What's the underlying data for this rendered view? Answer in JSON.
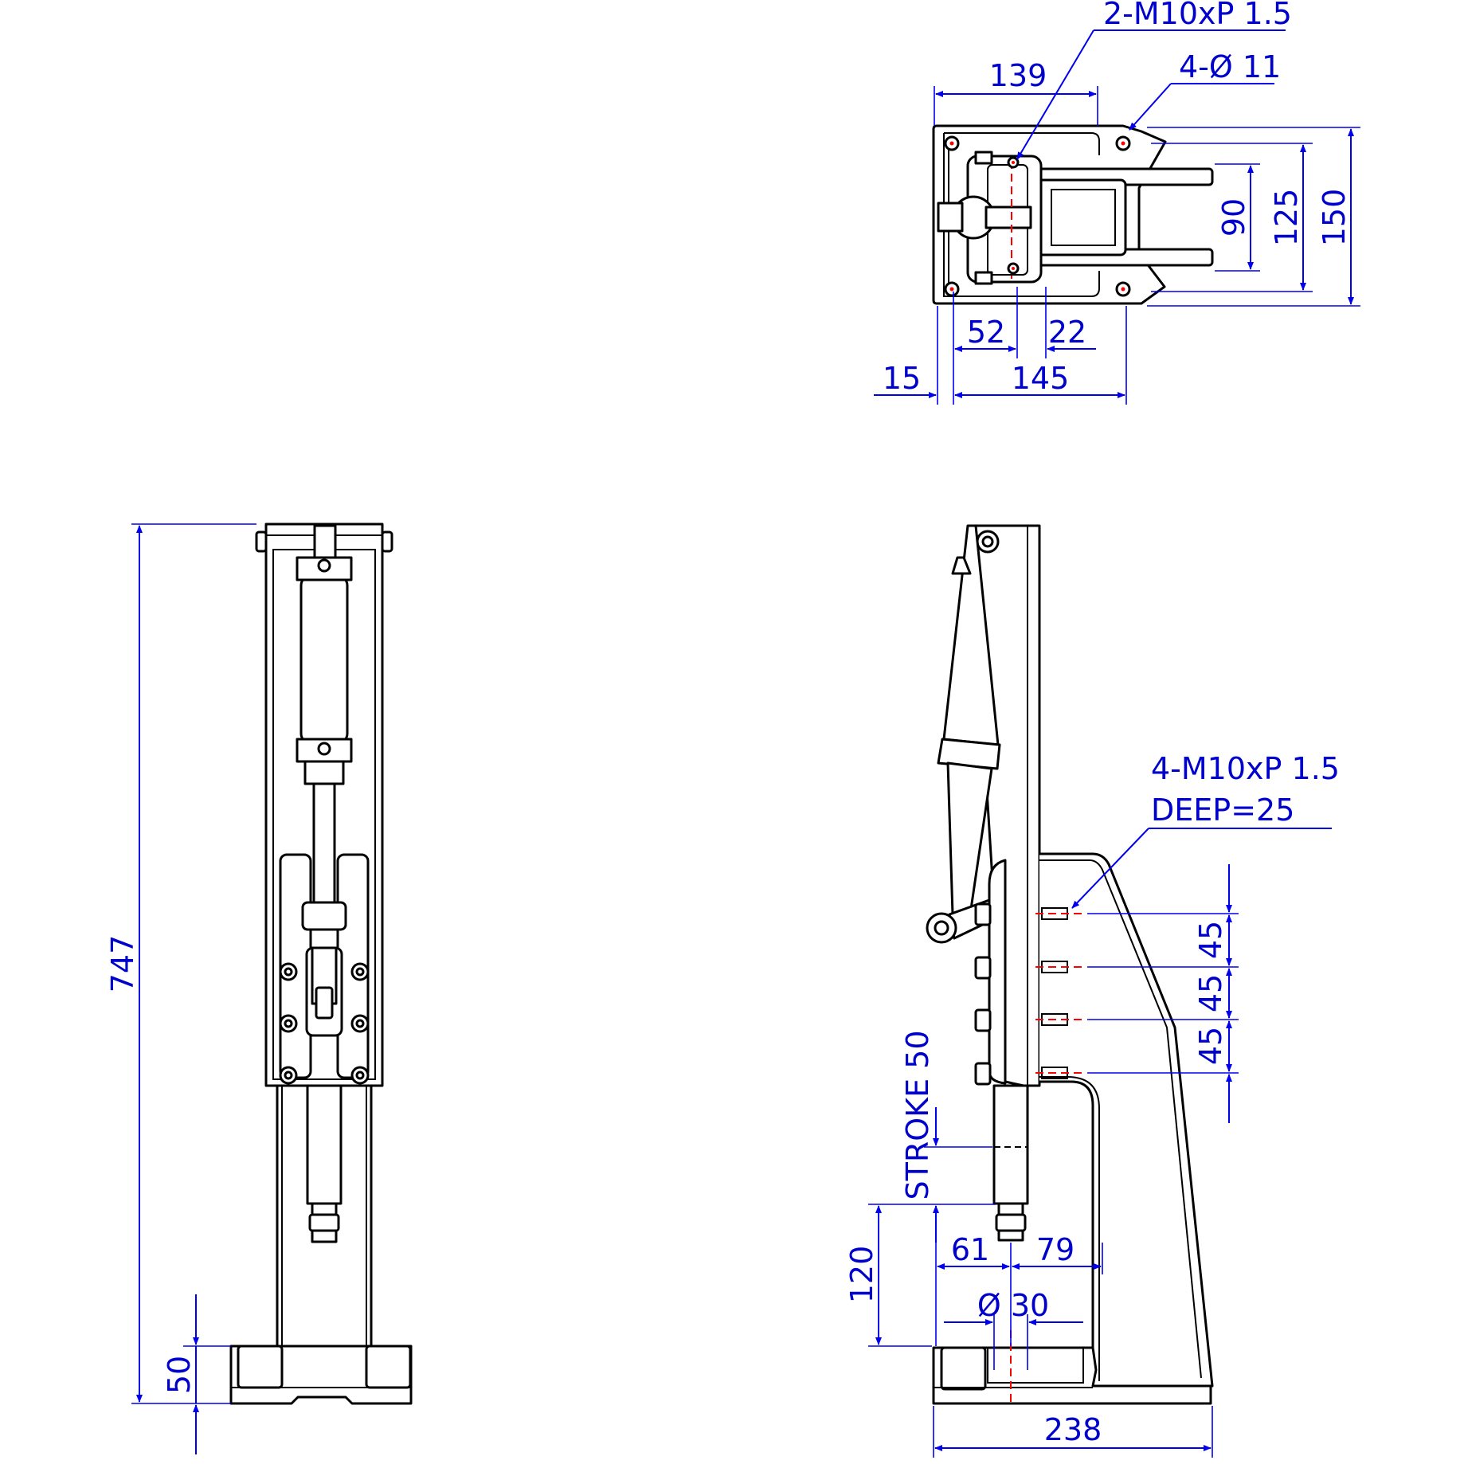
{
  "colors": {
    "outline": "#000000",
    "dimension": "#0000ee",
    "label": "#0000cc",
    "centerline": "#ff0000",
    "background": "#ffffff"
  },
  "top_view": {
    "labels": {
      "thread_top": "2-M10xP 1.5",
      "holes": "4-Ø 11",
      "d139": "139",
      "d90": "90",
      "d125": "125",
      "d150": "150",
      "d52": "52",
      "d22": "22",
      "d15": "15",
      "d145": "145"
    }
  },
  "front_view": {
    "labels": {
      "d747": "747",
      "d50": "50"
    }
  },
  "side_view": {
    "labels": {
      "thread_side_1": "4-M10xP 1.5",
      "thread_side_2": "DEEP=25",
      "d45a": "45",
      "d45b": "45",
      "d45c": "45",
      "stroke": "STROKE 50",
      "d120": "120",
      "d61": "61",
      "d79": "79",
      "d30": "Ø 30",
      "d238": "238"
    }
  }
}
